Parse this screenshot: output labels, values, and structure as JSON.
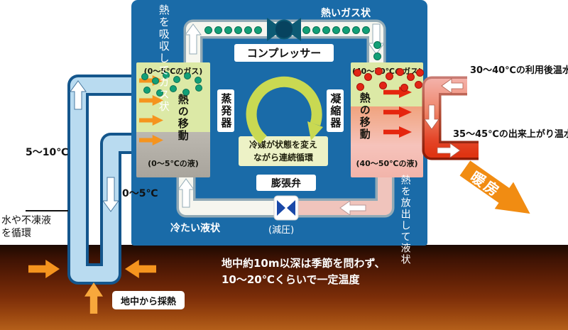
{
  "unit": {
    "compressor": "コンプレッサー",
    "hot_gas": "熱いガス状",
    "absorb_gas": "熱を吸収してガス状",
    "release_liquid": "熱を放出して液状",
    "cold_liquid": "冷たい液状",
    "evaporator": "蒸発器",
    "condenser": "凝縮器",
    "expansion_valve": "膨張弁",
    "decompression": "(減圧)",
    "cycle_note_1": "冷媒が状態を変え",
    "cycle_note_2": "ながら連続循環",
    "evap_gas": "(0〜5℃のガス)",
    "evap_liquid": "(0〜5℃の液)",
    "evap_heat": "熱の移動",
    "cond_gas": "(40〜50℃のガス)",
    "cond_liquid": "(40〜50℃の液)",
    "cond_heat": "熱の移動"
  },
  "ground_loop": {
    "up_temp": "5〜10℃",
    "down_temp": "0〜5℃",
    "circulate_1": "水や不凍液",
    "circulate_2": "を循環",
    "collect": "地中から採熱",
    "note_1": "地中約10m以深は季節を問わず、",
    "note_2": "10〜20℃くらいで一定温度"
  },
  "hot_water": {
    "inlet": "30〜40℃の利用後温水",
    "outlet": "35〜45℃の出来上がり温水",
    "heating": "暖房"
  },
  "colors": {
    "unit_blue": "#1a6ba8",
    "water_pipe": "#b9dbf0",
    "gas_zone_green": "#dce9a6",
    "liquid_zone_gray": "#b3afa7",
    "hot_water_pink": "#f4b4ae",
    "hot_water_red": "#df3412",
    "heat_arrow_orange": "#f5941e",
    "cycle_arrow_green": "#c9d952",
    "ground_brown": "#7c2e09",
    "refrigerant_dot_green": "#12a077",
    "refrigerant_dot_red": "#e22516"
  }
}
